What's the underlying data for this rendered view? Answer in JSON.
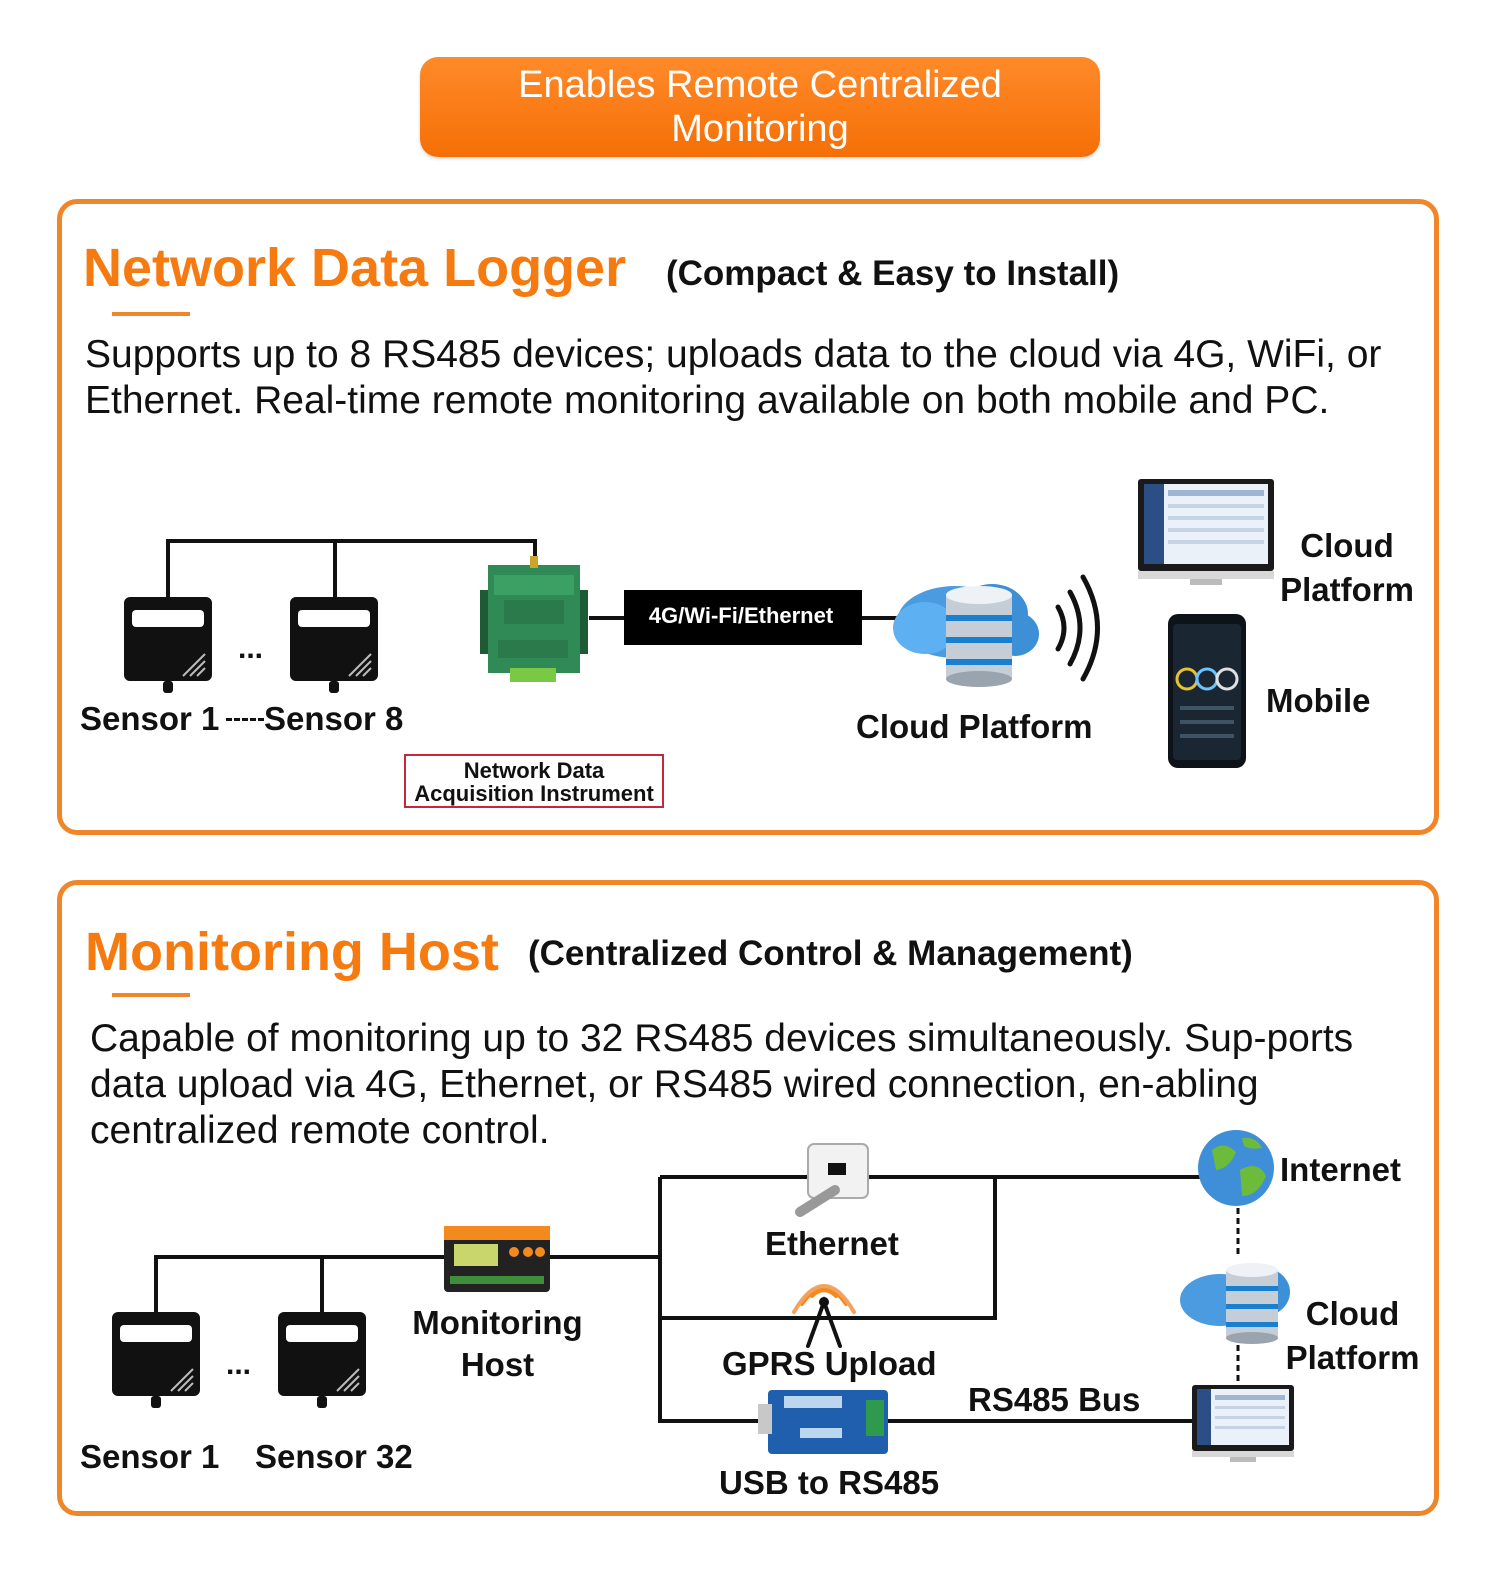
{
  "banner": {
    "text": "Enables Remote Centralized Monitoring"
  },
  "logger": {
    "title": "Network Data Logger",
    "subtitle": "(Compact & Easy to Install)",
    "description": "Supports up to 8 RS485 devices; uploads data to the cloud via 4G, WiFi, or Ethernet. Real-time remote monitoring available on both mobile and PC.",
    "sensor_first": "Sensor 1",
    "sensor_last": "Sensor 8",
    "ellipsis": "...",
    "instrument_label": "Network Data Acquisition Instrument",
    "link_label": "4G/Wi-Fi/Ethernet",
    "cloud_label": "Cloud Platform",
    "pc_label": "Cloud Platform",
    "mobile_label": "Mobile"
  },
  "host": {
    "title": "Monitoring Host",
    "subtitle": "(Centralized Control & Management)",
    "description": "Capable of monitoring up to 32 RS485 devices simultaneously. Sup-ports data upload via 4G, Ethernet, or RS485 wired connection, en-abling centralized remote control.",
    "sensor_first": "Sensor 1",
    "sensor_last": "Sensor 32",
    "ellipsis": "...",
    "host_label": "Monitoring Host",
    "ethernet_label": "Ethernet",
    "gprs_label": "GPRS Upload",
    "usb_label": "USB to RS485",
    "bus_label": "RS485 Bus",
    "internet_label": "Internet",
    "cloud_label": "Cloud Platform"
  },
  "colors": {
    "accent": "#f57a10",
    "border": "#f0862a"
  }
}
